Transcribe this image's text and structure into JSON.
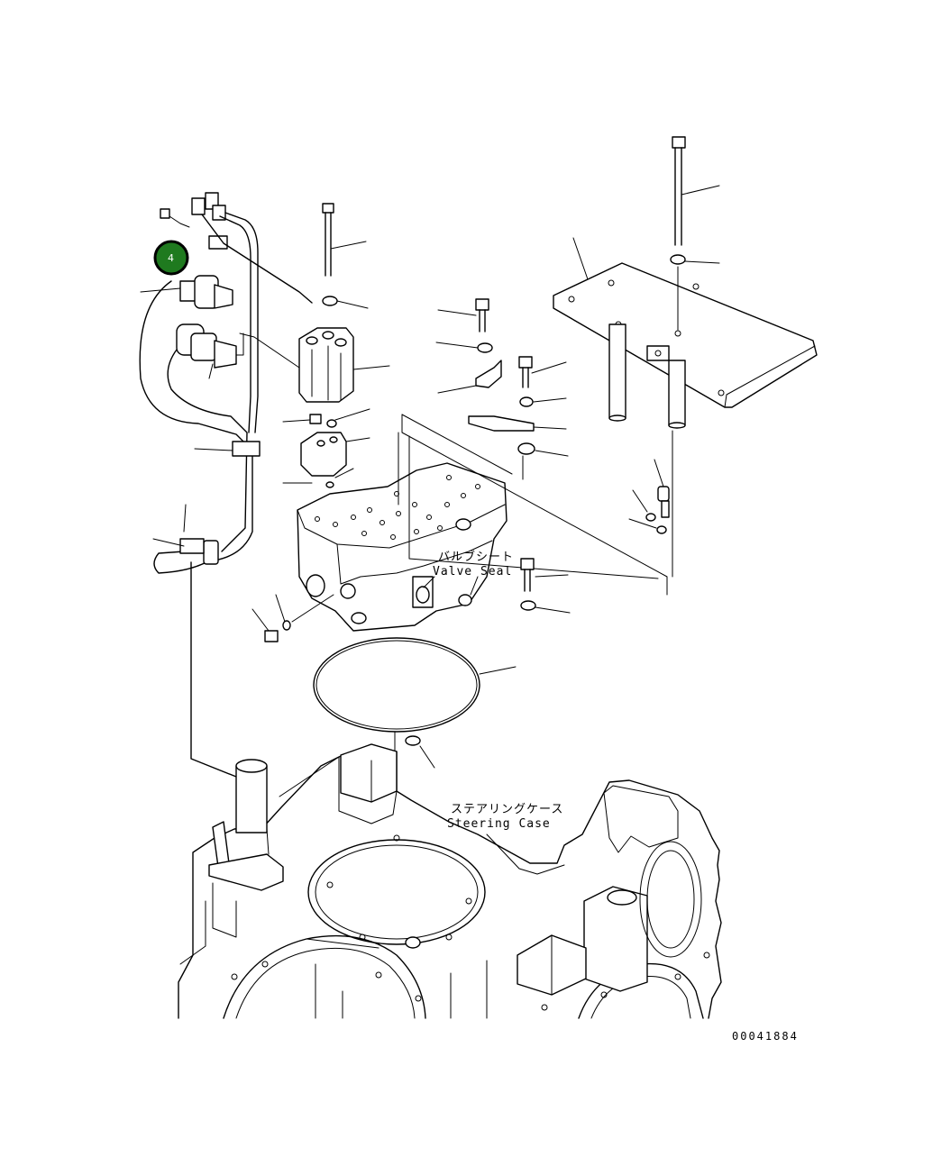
{
  "labels": {
    "valve_seat_jp": "バルブシート",
    "valve_seat_en": "Valve Seal",
    "steering_case_jp": "ステアリングケース",
    "steering_case_en": "Steering Case"
  },
  "drawing_code": "00041884",
  "callout": {
    "number": "4",
    "color": "#1f7a1f"
  }
}
